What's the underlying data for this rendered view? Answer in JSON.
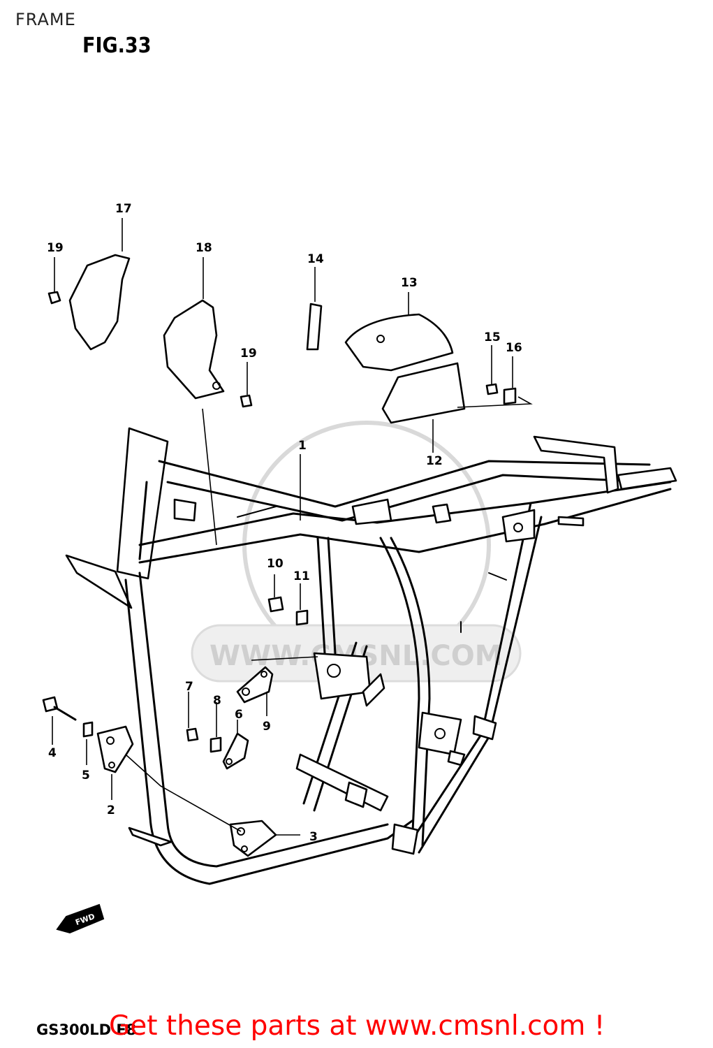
{
  "header": {
    "section_title": "FRAME",
    "figure_label": "FIG.33"
  },
  "callouts": [
    "1",
    "2",
    "3",
    "4",
    "5",
    "6",
    "7",
    "8",
    "9",
    "10",
    "11",
    "12",
    "13",
    "14",
    "15",
    "16",
    "17",
    "18",
    "19",
    "19"
  ],
  "watermark": {
    "text": "WWW.CMSNL.COM"
  },
  "direction_arrow": {
    "label": "FWD"
  },
  "footer": {
    "model_code": "GS300LD E8",
    "promo_text": "Get these parts at www.cmsnl.com !",
    "promo_color": "#ff0000"
  }
}
